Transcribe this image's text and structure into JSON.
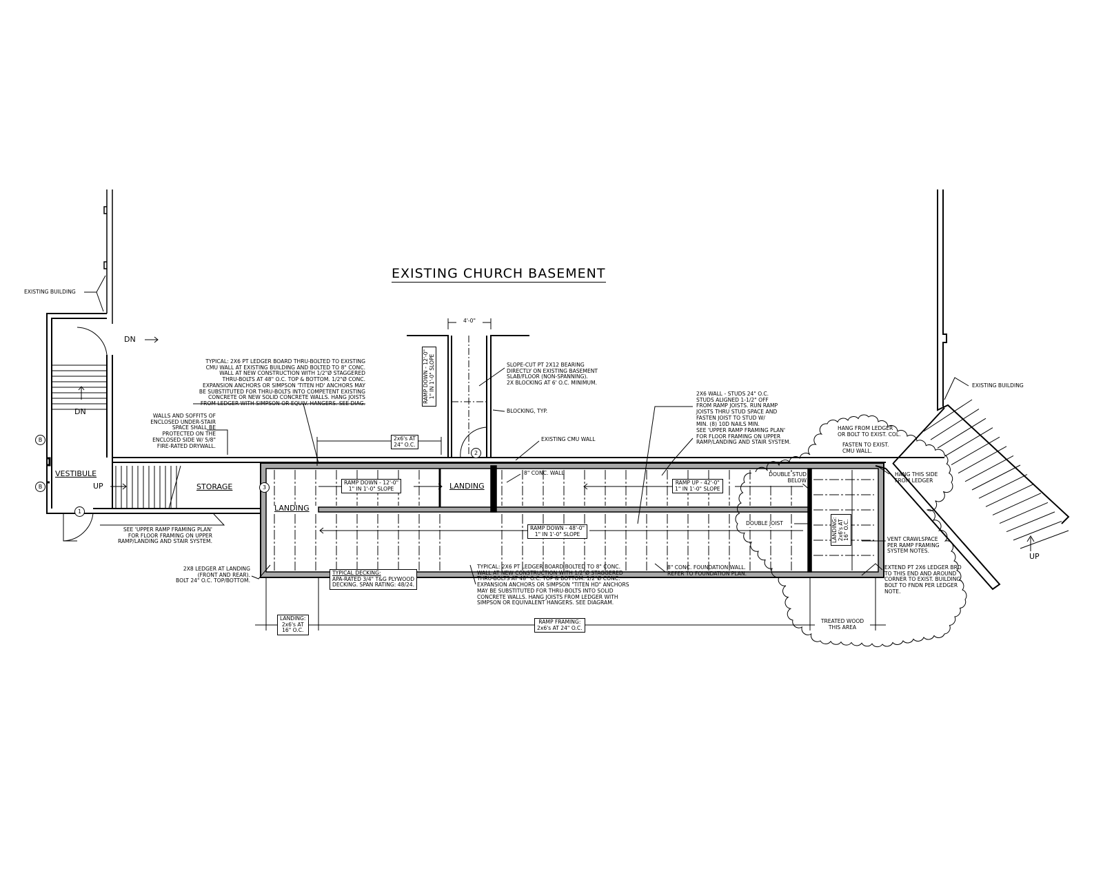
{
  "title": "EXISTING CHURCH BASEMENT",
  "labels": {
    "existing_building_left": "EXISTING BUILDING",
    "existing_building_right": "EXISTING BUILDING",
    "dn_door": "DN",
    "dn_stair": "DN",
    "vestibule": "VESTIBULE",
    "up_vestibule": "UP",
    "storage": "STORAGE",
    "landing_left": "LANDING",
    "landing_mid": "LANDING",
    "up_right": "UP",
    "existing_cmu_wall": "EXISTING CMU WALL",
    "conc_wall_8": "8\" CONC. WALL",
    "blocking_typ": "BLOCKING, TYP.",
    "double_stud": [
      "DOUBLE STUD",
      "BELOW"
    ],
    "double_joist": "DOUBLE JOIST",
    "hang_from_ledger": [
      "HANG FROM LEDGER",
      "OR BOLT TO EXIST. COL."
    ],
    "fasten_cmu": [
      "FASTEN TO EXIST.",
      "CMU WALL."
    ],
    "hang_this_side": [
      "HANG THIS SIDE",
      "FROM LEDGER"
    ],
    "treated_wood": [
      "TREATED WOOD",
      "THIS AREA"
    ]
  },
  "tags": {
    "b_top": "B",
    "b_bottom": "B",
    "door_1": "1",
    "door_2": "2",
    "section_3": "3"
  },
  "ramps": {
    "vertical": [
      "RAMP DOWN - 12'-0\"",
      "1\" IN 1'-0\" SLOPE"
    ],
    "down_12": [
      "RAMP DOWN - 12'-0\"",
      "1\" IN 1'-0\" SLOPE"
    ],
    "up_42": [
      "RAMP UP - 42'-0\"",
      "1\" IN 1'-0\" SLOPE"
    ],
    "down_48": [
      "RAMP DOWN - 48'-0\"",
      "1\" IN 1'-0\" SLOPE"
    ],
    "landing_right": [
      "LANDING:",
      "2x6's AT",
      "16\" O.C."
    ]
  },
  "dimensions": {
    "corridor_width": "4'-0\"",
    "joists_top": [
      "2x6's AT",
      "24\" O.C."
    ],
    "landing_bottom": [
      "LANDING:",
      "2x6's AT",
      "16\" O.C."
    ],
    "ramp_framing": [
      "RAMP FRAMING:",
      "2x6's AT 24\" O.C."
    ]
  },
  "notes": {
    "typical_ledger_top": [
      "TYPICAL: 2x6 PT LEDGER BOARD THRU-BOLTED TO EXISTING",
      "CMU WALL AT EXISTING BUILDING AND BOLTED TO 8\" CONC.",
      "WALL AT NEW CONSTRUCTION WITH 1/2\"Ø STAGGERED",
      "THRU-BOLTS AT 48\" O.C. TOP & BOTTOM. 1/2\"Ø CONC.",
      "EXPANSION ANCHORS OR SIMPSON 'TITEN HD' ANCHORS MAY",
      "BE SUBSTITUTED FOR THRU-BOLTS INTO COMPETENT EXISTING",
      "CONCRETE OR NEW SOLID CONCRETE WALLS. HANG JOISTS",
      "FROM LEDGER WITH SIMPSON OR EQUIV. HANGERS. SEE DIAG."
    ],
    "walls_soffits": [
      "WALLS AND SOFFITS OF",
      "ENCLOSED UNDER-STAIR",
      "SPACE SHALL BE",
      "PROTECTED ON THE",
      "ENCLOSED SIDE W/ 5/8\"",
      "FIRE-RATED DRYWALL."
    ],
    "slope_cut": [
      "SLOPE-CUT PT 2x12 BEARING",
      "DIRECTLY ON EXISTING BASEMENT",
      "SLAB/FLOOR (NON-SPANNING).",
      "2X BLOCKING AT 6' O.C. MINIMUM."
    ],
    "wall_2x6": [
      "2x6 WALL - STUDS 24\" O.C.",
      "STUDS ALIGNED 1-1/2\" OFF",
      "FROM RAMP JOISTS. RUN RAMP",
      "JOISTS THRU STUD SPACE AND",
      "FASTEN JOIST TO STUD W/",
      "MIN. (8) 10d NAILS MIN."
    ],
    "see_upper_right": [
      "SEE 'UPPER RAMP FRAMING PLAN'",
      "FOR FLOOR FRAMING ON UPPER",
      "RAMP/LANDING AND STAIR SYSTEM."
    ],
    "see_upper_left": [
      "SEE 'UPPER RAMP FRAMING PLAN'",
      "FOR FLOOR FRAMING ON UPPER",
      "RAMP/LANDING AND STAIR SYSTEM."
    ],
    "ledger_2x8": [
      "2x8 LEDGER AT LANDING",
      "(FRONT AND REAR).",
      "BOLT 24\" O.C. TOP/BOTTOM."
    ],
    "typical_decking": [
      "TYPICAL DECKING:",
      "APA-RATED 3/4\" T&G PLYWOOD",
      "DECKING. SPAN RATING: 48/24."
    ],
    "typical_ledger_bottom": [
      "TYPICAL: 2x6 PT LEDGER BOARD BOLTED TO 8\" CONC.",
      "WALL AT NEW CONSTRUCTION WITH 1/2\"Ø STAGGERED",
      "THRU-BOLTS AT 48\" O.C. TOP & BOTTOM. 1/2\"Ø CONC.",
      "EXPANSION ANCHORS OR SIMPSON \"TITEN HD\" ANCHORS",
      "MAY BE SUBSTITUTED FOR THRU-BOLTS INTO SOLID",
      "CONCRETE WALLS. HANG JOISTS FROM LEDGER WITH",
      "SIMPSON OR EQUIVALENT HANGERS. SEE DIAGRAM."
    ],
    "foundation_wall": [
      "8\" CONC. FOUNDATION WALL.",
      "REFER TO FOUNDATION PLAN."
    ],
    "vent_crawlspace": [
      "VENT CRAWLSPACE",
      "PER RAMP FRAMING",
      "SYSTEM NOTES."
    ],
    "extend_ledger": [
      "EXTEND PT 2x6 LEDGER BRD",
      "TO THIS END AND AROUND",
      "CORNER TO EXIST. BUILDING.",
      "BOLT TO FNDN PER LEDGER",
      "NOTE."
    ]
  },
  "colors": {
    "line": "#000000",
    "concrete": "#a8a8a8",
    "paper": "#ffffff"
  }
}
